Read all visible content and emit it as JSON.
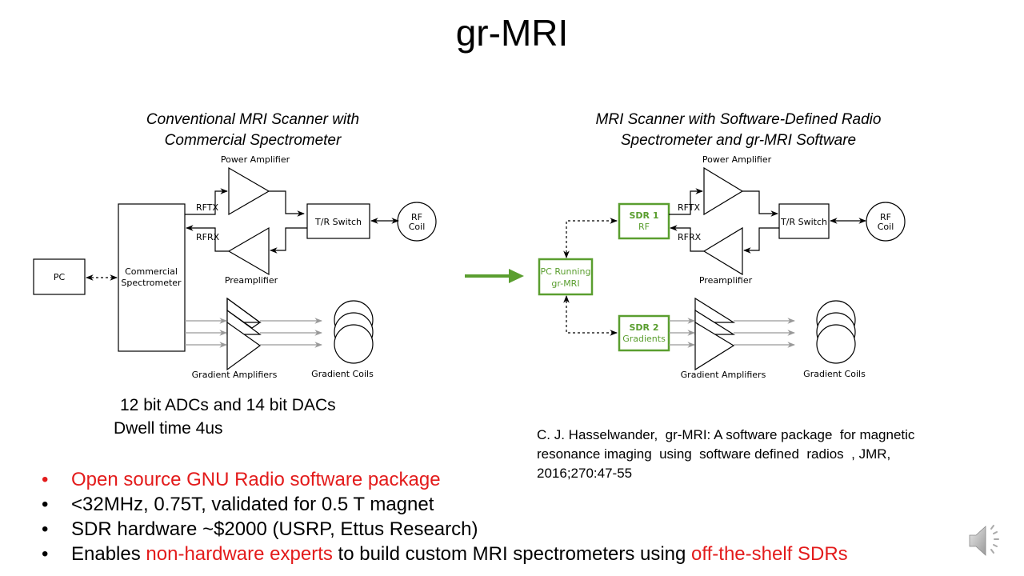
{
  "slide": {
    "title": "gr-MRI",
    "accent_green": "#5a9e2f",
    "accent_red": "#e31b1b"
  },
  "left_diagram": {
    "title_line1": "Conventional MRI Scanner with",
    "title_line2": "Commercial Spectrometer",
    "pc": "PC",
    "spectrometer_line1": "Commercial",
    "spectrometer_line2": "Spectrometer",
    "power_amplifier": "Power Amplifier",
    "preamplifier": "Preamplifier",
    "rftx": "RFTX",
    "rfrx": "RFRX",
    "tr_switch": "T/R Switch",
    "rf_coil_line1": "RF",
    "rf_coil_line2": "Coil",
    "gradient_amplifiers": "Gradient Amplifiers",
    "gradient_coils": "Gradient Coils"
  },
  "right_diagram": {
    "title_line1": "MRI Scanner with Software-Defined Radio",
    "title_line2": "Spectrometer and gr-MRI Software",
    "pc_line1": "PC Running",
    "pc_line2": "gr-MRI",
    "sdr1_line1": "SDR 1",
    "sdr1_line2": "RF",
    "sdr2_line1": "SDR 2",
    "sdr2_line2": "Gradients",
    "power_amplifier": "Power Amplifier",
    "preamplifier": "Preamplifier",
    "rftx": "RFTX",
    "rfrx": "RFRX",
    "tr_switch": "T/R Switch",
    "rf_coil_line1": "RF",
    "rf_coil_line2": "Coil",
    "gradient_amplifiers": "Gradient Amplifiers",
    "gradient_coils": "Gradient Coils"
  },
  "specs": {
    "line1": "12 bit ADCs and 14 bit DACs",
    "line2": "Dwell time 4us"
  },
  "citation": {
    "line1": "C. J. Hasselwander,  gr-MRI: A software package  for magnetic",
    "line2": "resonance imaging  using  software defined  radios  , JMR,",
    "line3": "2016;270:47-55"
  },
  "bullets": [
    {
      "parts": [
        {
          "text": "Open source GNU Radio software package",
          "red": true
        }
      ]
    },
    {
      "parts": [
        {
          "text": "<32MHz, 0.75T, validated for 0.5 T magnet",
          "red": false
        }
      ]
    },
    {
      "parts": [
        {
          "text": "SDR hardware ~$2000 (USRP, Ettus Research)",
          "red": false
        }
      ]
    },
    {
      "parts": [
        {
          "text": "Enables ",
          "red": false
        },
        {
          "text": "non-hardware experts",
          "red": true
        },
        {
          "text": " to build custom MRI spectrometers using ",
          "red": false
        },
        {
          "text": "off-the-shelf SDRs",
          "red": true
        }
      ]
    }
  ],
  "bullet_glyph": "•",
  "icons": {
    "speaker": "speaker-audio-icon"
  }
}
